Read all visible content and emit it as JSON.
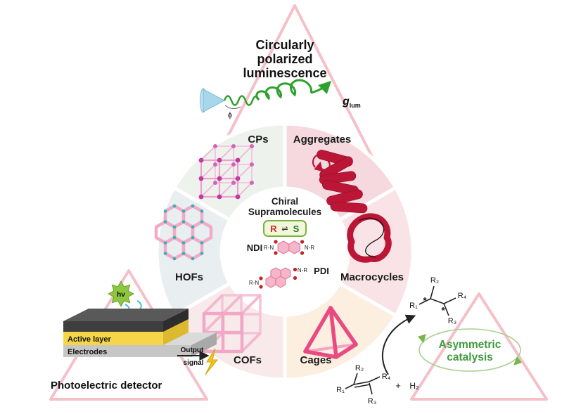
{
  "figure": {
    "cpl": {
      "line1": "Circularly",
      "line2": "polarized",
      "line3": "luminescence",
      "g": "g",
      "g_sub": "lum",
      "phi": "ϕ"
    },
    "wheel": {
      "segments": [
        {
          "label": "CPs"
        },
        {
          "label": "Aggregates"
        },
        {
          "label": "Macrocycles"
        },
        {
          "label": "Cages"
        },
        {
          "label": "COFs"
        },
        {
          "label": "HOFs"
        }
      ],
      "center": {
        "line1": "Chiral",
        "line2": "Supramolecules",
        "r": "R",
        "eq": "⇌",
        "s": "S",
        "ndi": "NDI",
        "pdi": "PDI",
        "rn": "R-N",
        "nr": "N-R"
      }
    },
    "detector": {
      "hv": "hν",
      "active": "Active layer",
      "electrodes": "Electrodes",
      "out1": "Output",
      "out2": "signal",
      "caption": "Photoelectric detector"
    },
    "catalysis": {
      "line1": "Asymmetric",
      "line2": "catalysis",
      "r1": "R₁",
      "r2": "R₂",
      "r3": "R₃",
      "r4": "R₄",
      "star": "*",
      "plus": "+",
      "h2": "H₂"
    }
  },
  "colors": {
    "triangle_outline": "#f5c0c7",
    "segment_aggregates": "#f6d9de",
    "segment_macrocycles": "#f9e3e6",
    "segment_cages": "#fcefe0",
    "segment_cofs": "#f8eaea",
    "segment_hofs": "#e9eef0",
    "segment_cps": "#eef2ed",
    "crimson": "#bc1637",
    "pink_framework": "#f1a8c6",
    "magenta_nodes": "#c23aa0",
    "teal_nodes": "#2fb5b5",
    "wave_green": "#2da12d",
    "catalysis_green": "#3f9a3f",
    "active_layer_yellow": "#f5d648",
    "electrode_gray": "#c6c6c6",
    "hv_star_green": "#8dc63f",
    "r_red": "#d42a2a",
    "s_green": "#1e7a2d"
  }
}
